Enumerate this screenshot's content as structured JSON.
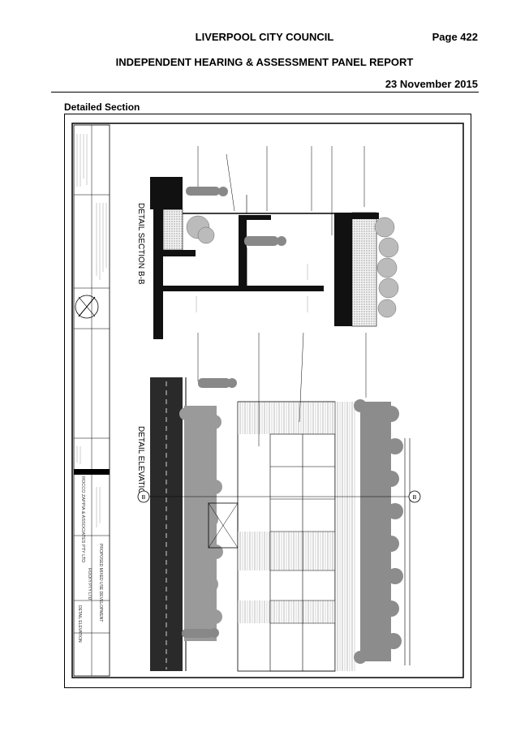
{
  "header": {
    "council": "LIVERPOOL CITY COUNCIL",
    "page": "Page 422",
    "report": "INDEPENDENT HEARING & ASSESSMENT PANEL REPORT",
    "date": "23 November 2015"
  },
  "section_title": "Detailed Section",
  "drawing": {
    "section_title": "DETAIL SECTION B-B",
    "elevation_title": "DETAIL ELEVATION",
    "sheet_title": "DETAIL ELEVATION",
    "company": "ROCCO ZAPPIA & ASSOCIATES PTY LTD",
    "client": "ROCKY PTY LTD",
    "project": "PROPOSED MIXED USE DEVELOPMENT",
    "elevation_mark": "B"
  }
}
